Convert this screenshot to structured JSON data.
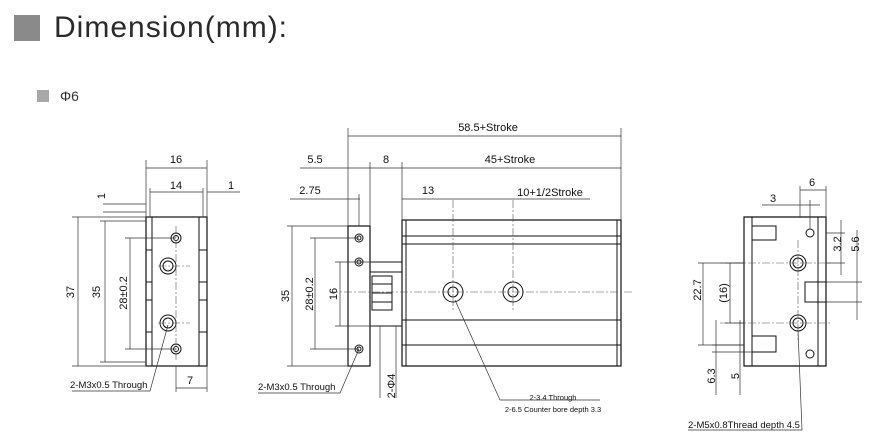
{
  "header": {
    "title": "Dimension(mm):"
  },
  "section": {
    "label": "Φ6"
  },
  "left_view": {
    "dims": {
      "w16": "16",
      "w14": "14",
      "w1_top": "1",
      "w1_right": "1",
      "h37": "37",
      "h35": "35",
      "h28": "28±0.2",
      "w7": "7"
    },
    "note": "2-M3x0.5 Through"
  },
  "middle_view": {
    "dims": {
      "len_total": "58.5+Stroke",
      "w5_5": "5.5",
      "w8": "8",
      "len45": "45+Stroke",
      "w2_75": "2.75",
      "w13": "13",
      "half_stroke": "10+1/2Stroke",
      "h35": "35",
      "h28": "28±0.2",
      "h16": "16",
      "phi4": "2-Φ4"
    },
    "note_left": "2-M3x0.5 Through",
    "note_hole_1": "2-3.4 Through",
    "note_hole_2": "2-6.5 Counter bore depth 3.3"
  },
  "right_view": {
    "dims": {
      "w6": "6",
      "w3": "3",
      "h3_2": "3.2",
      "h5_6": "5.6",
      "h22_7": "22.7",
      "h16p": "(16)",
      "h6_3": "6.3",
      "h5": "5"
    },
    "note": "2-M5x0.8Thread depth 4.5"
  }
}
